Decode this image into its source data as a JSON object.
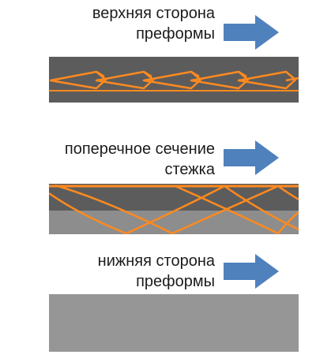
{
  "colors": {
    "arrow": "#4f81bd",
    "stitch": "#ff8a1f",
    "preform_dark": "#5c5c5c",
    "preform_light": "#8d8d8d",
    "preform_bottom": "#969696"
  },
  "panels": [
    {
      "line1": "верхняя сторона",
      "line2": "преформы",
      "icon": "right-arrow-icon"
    },
    {
      "line1": "поперечное сечение",
      "line2": "стежка",
      "icon": "right-arrow-icon"
    },
    {
      "line1": "нижняя сторона",
      "line2": "преформы",
      "icon": "right-arrow-icon"
    }
  ]
}
